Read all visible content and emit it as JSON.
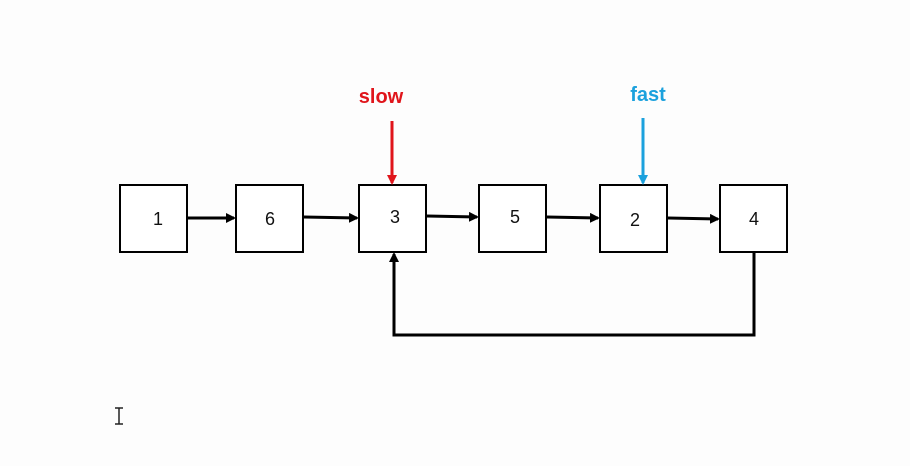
{
  "nodes": [
    {
      "label": "1"
    },
    {
      "label": "6"
    },
    {
      "label": "3"
    },
    {
      "label": "5"
    },
    {
      "label": "2"
    },
    {
      "label": "4"
    }
  ],
  "pointers": {
    "slow": {
      "label": "slow",
      "color": "#e0151b",
      "target_index": 2
    },
    "fast": {
      "label": "fast",
      "color": "#1ba1dd",
      "target_index": 4
    }
  },
  "cycle": {
    "from_index": 5,
    "to_index": 2
  },
  "edge_color": "#000000",
  "cursor": {
    "icon": "text-cursor-icon"
  }
}
